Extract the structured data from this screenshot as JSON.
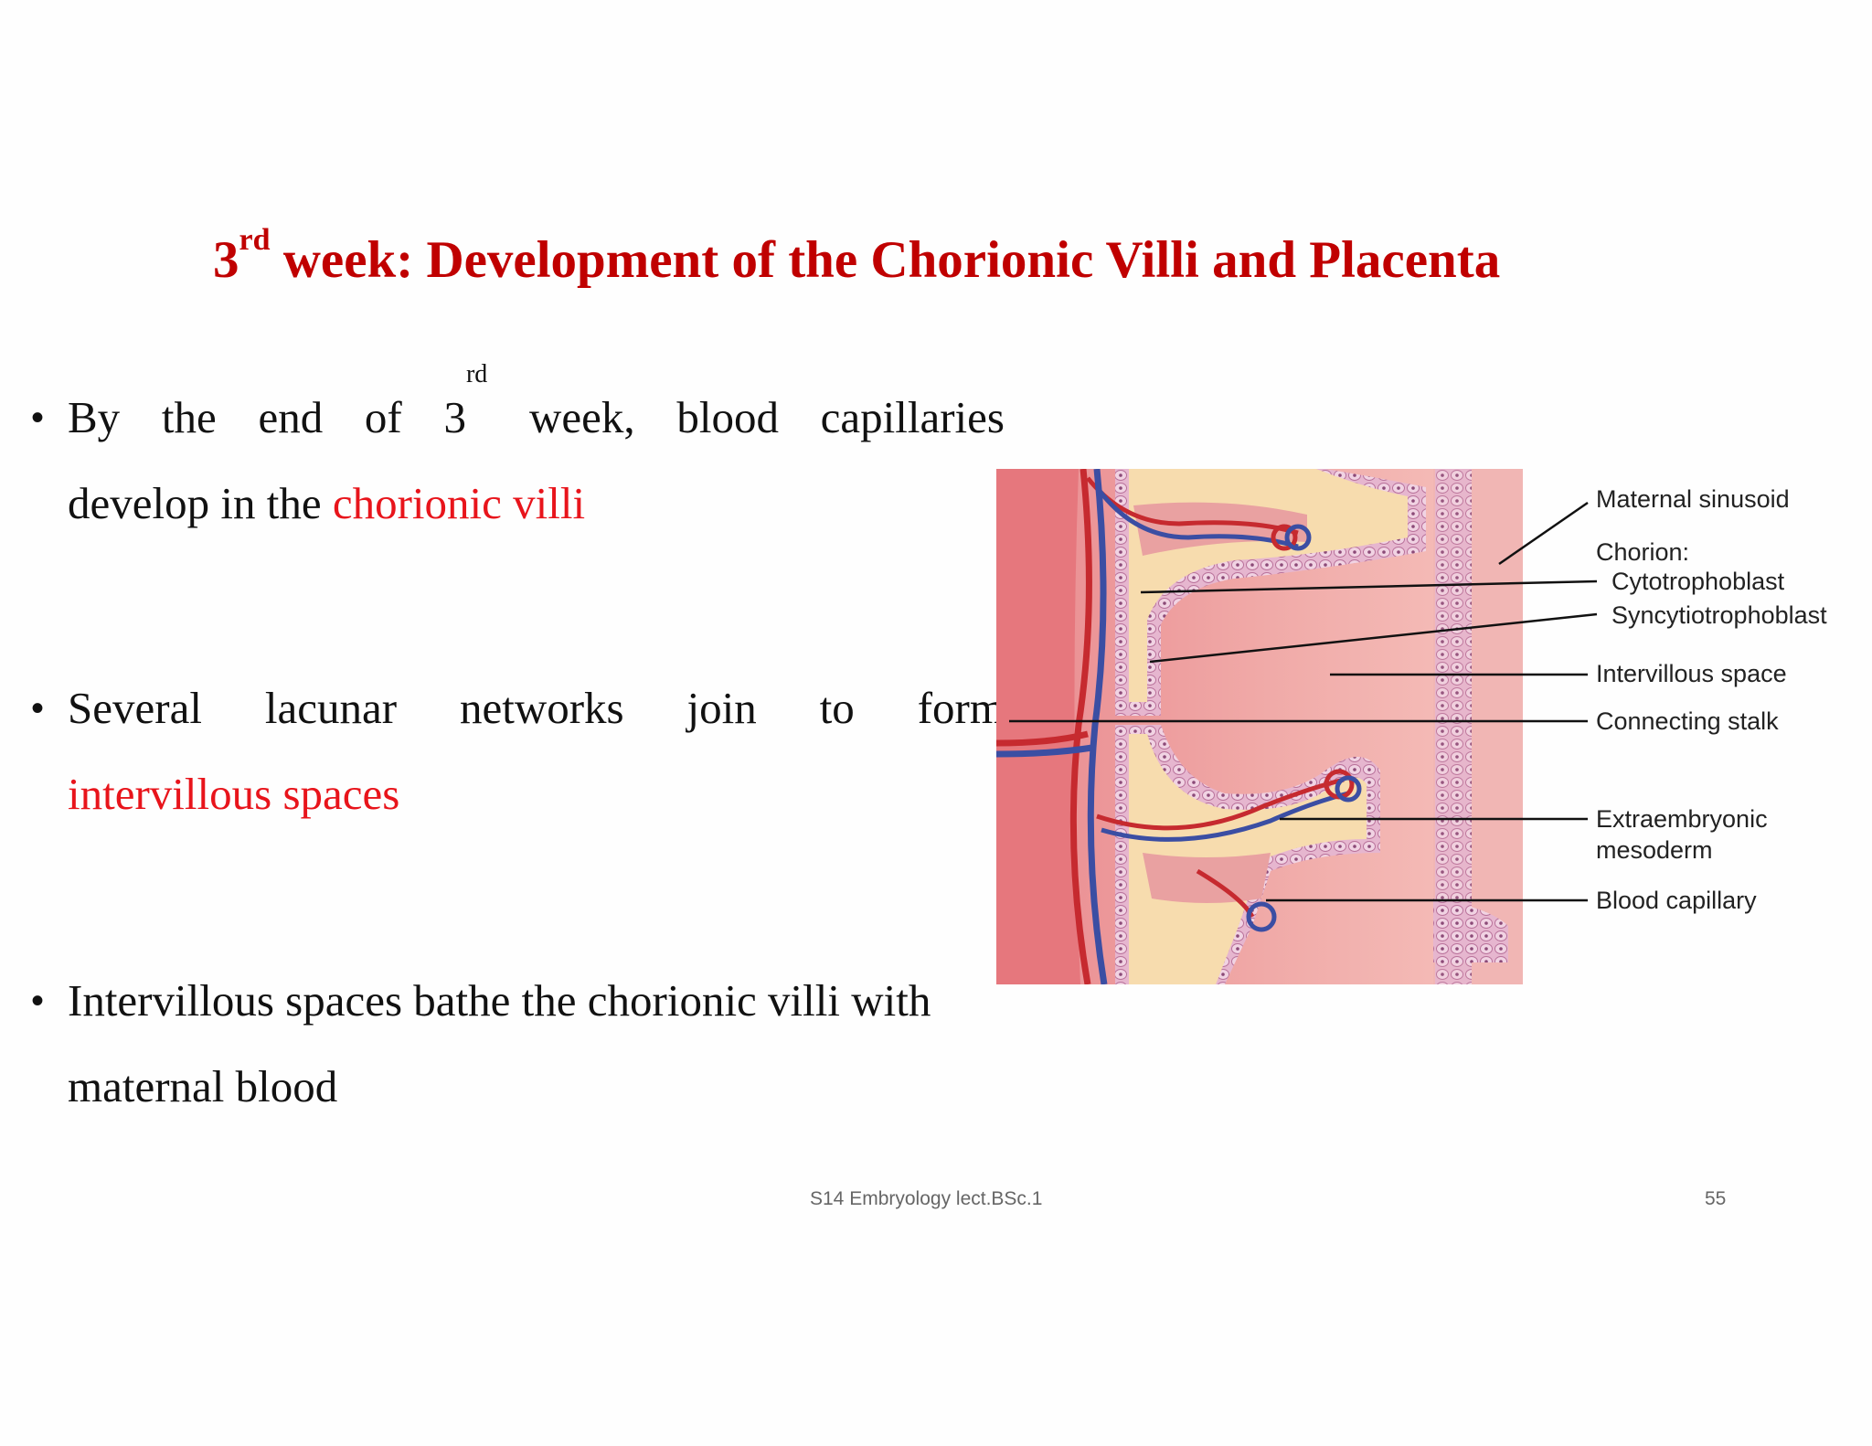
{
  "slide": {
    "title": {
      "number": "3",
      "superscript": "rd",
      "text": " week: Development of the Chorionic Villi and Placenta"
    },
    "bullets": [
      {
        "line1_words": [
          "By",
          "the",
          "end",
          "of",
          "3rd",
          "week,",
          "blood",
          "capillaries"
        ],
        "line2_prefix": "develop in the ",
        "line2_highlight": "chorionic villi"
      },
      {
        "line1_words": [
          "Several",
          "lacunar",
          "networks",
          "join",
          "to",
          "form"
        ],
        "line2_highlight": "intervillous spaces"
      },
      {
        "line1": "Intervillous spaces bathe the chorionic villi with",
        "line2": "maternal blood"
      }
    ],
    "bullet_symbol": "•",
    "ordinal_sup": "rd",
    "ordinal_num": "3",
    "footer": {
      "course": "S14 Embryology lect.BSc.1",
      "page": "55"
    },
    "figure": {
      "labels": {
        "maternal_sinusoid": "Maternal sinusoid",
        "chorion": "Chorion:",
        "cytotrophoblast": "Cytotrophoblast",
        "syncytiotrophoblast": "Syncytiotrophoblast",
        "intervillous_space": "Intervillous space",
        "connecting_stalk": "Connecting stalk",
        "extraembryonic_1": "Extraembryonic",
        "extraembryonic_2": "mesoderm",
        "blood_capillary": "Blood capillary"
      }
    },
    "colors": {
      "title": "#c00000",
      "highlight": "#e8141b",
      "body_text": "#111111"
    }
  }
}
